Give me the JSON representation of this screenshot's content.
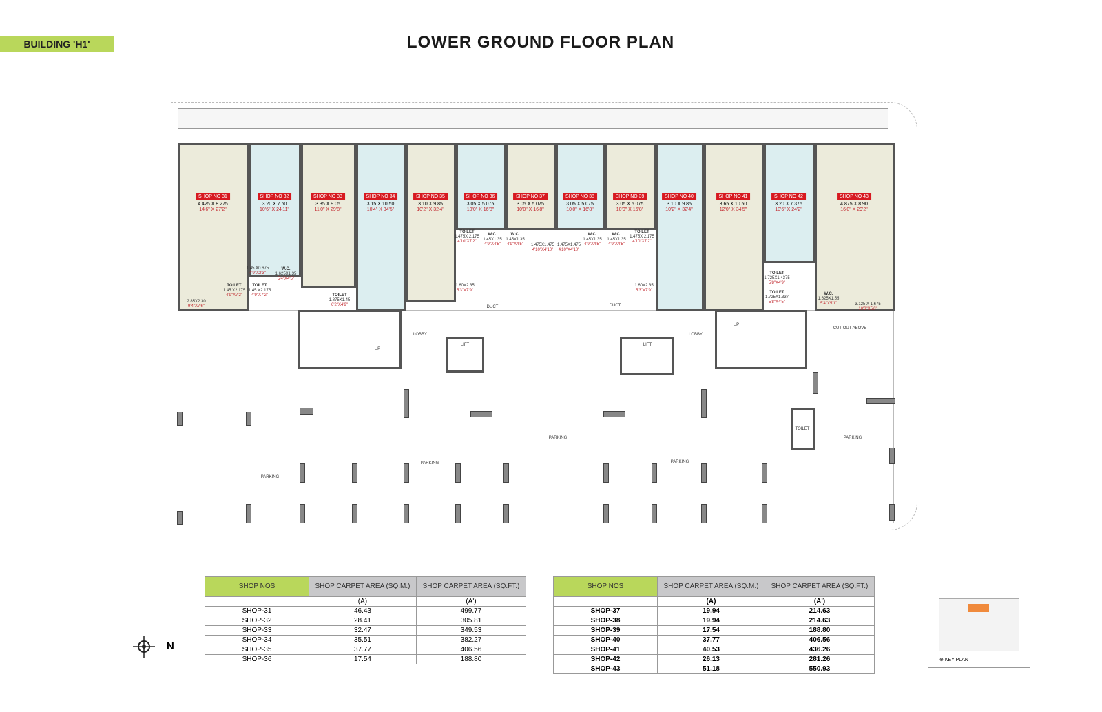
{
  "building_label": "BUILDING 'H1'",
  "title": "LOWER GROUND FLOOR PLAN",
  "colors": {
    "accent": "#b9d75b",
    "shop_tag": "#d71920",
    "shop_beige": "#ecebdb",
    "shop_blue": "#dceef0"
  },
  "shops": [
    {
      "name": "SHOP NO 31",
      "dim_m": "4.425 X 8.275",
      "dim_ft": "14'6\" X 27'2\""
    },
    {
      "name": "SHOP NO 32",
      "dim_m": "3.20 X 7.60",
      "dim_ft": "10'6\" X 24'11\""
    },
    {
      "name": "SHOP NO 33",
      "dim_m": "3.35 X 9.05",
      "dim_ft": "11'0\" X 29'8\""
    },
    {
      "name": "SHOP NO 34",
      "dim_m": "3.15 X 10.50",
      "dim_ft": "10'4\" X 34'5\""
    },
    {
      "name": "SHOP NO 35",
      "dim_m": "3.10 X 9.85",
      "dim_ft": "10'2\" X 32'4\""
    },
    {
      "name": "SHOP NO 36",
      "dim_m": "3.05 X 5.075",
      "dim_ft": "10'0\" X 16'8\""
    },
    {
      "name": "SHOP NO 37",
      "dim_m": "3.05 X 5.075",
      "dim_ft": "10'0\" X 16'8\""
    },
    {
      "name": "SHOP NO 38",
      "dim_m": "3.05 X 5.075",
      "dim_ft": "10'0\" X 16'8\""
    },
    {
      "name": "SHOP NO 39",
      "dim_m": "3.05 X 5.075",
      "dim_ft": "10'0\" X 16'8\""
    },
    {
      "name": "SHOP NO 40",
      "dim_m": "3.10 X 9.85",
      "dim_ft": "10'2\" X 32'4\""
    },
    {
      "name": "SHOP NO 41",
      "dim_m": "3.65 X 10.50",
      "dim_ft": "12'0\" X 34'5\""
    },
    {
      "name": "SHOP NO 42",
      "dim_m": "3.20 X 7.375",
      "dim_ft": "10'6\" X 24'2\""
    },
    {
      "name": "SHOP NO 43",
      "dim_m": "4.875 X 8.90",
      "dim_ft": "16'0\" X 29'2\""
    }
  ],
  "rooms": [
    {
      "title": "",
      "dim_m": "2.85X2.30",
      "dim_ft": "9'4\"X7'6\""
    },
    {
      "title": "TOILET",
      "dim_m": "1.45 X2.175",
      "dim_ft": "4'9\"X7'2\""
    },
    {
      "title": "TOILET",
      "dim_m": "1.45 X2.175",
      "dim_ft": "4'9\"X7'2\""
    },
    {
      "title": "",
      "dim_m": "1.45 X0.675",
      "dim_ft": "4'9\"X2'3\""
    },
    {
      "title": "W.C.",
      "dim_m": "1.625X1.35",
      "dim_ft": "5'4\"X4'5\""
    },
    {
      "title": "TOILET",
      "dim_m": "1.875X1.45",
      "dim_ft": "6'2\"X4'9\""
    },
    {
      "title": "TOILET",
      "dim_m": "1.475X 2.175",
      "dim_ft": "4'10\"X7'2\""
    },
    {
      "title": "W.C.",
      "dim_m": "1.45X1.35",
      "dim_ft": "4'9\"X4'5\""
    },
    {
      "title": "W.C.",
      "dim_m": "1.45X1.35",
      "dim_ft": "4'9\"X4'5\""
    },
    {
      "title": "",
      "dim_m": "1.475X1.475",
      "dim_ft": "4'10\"X4'10\""
    },
    {
      "title": "",
      "dim_m": "1.475X1.475",
      "dim_ft": "4'10\"X4'10\""
    },
    {
      "title": "W.C.",
      "dim_m": "1.45X1.35",
      "dim_ft": "4'9\"X4'5\""
    },
    {
      "title": "W.C.",
      "dim_m": "1.45X1.35",
      "dim_ft": "4'9\"X4'5\""
    },
    {
      "title": "TOILET",
      "dim_m": "1.475X 2.175",
      "dim_ft": "4'10\"X7'2\""
    },
    {
      "title": "",
      "dim_m": "1.60X2.35",
      "dim_ft": "5'3\"X7'9\""
    },
    {
      "title": "",
      "dim_m": "1.60X2.35",
      "dim_ft": "5'3\"X7'9\""
    },
    {
      "title": "TOILET",
      "dim_m": "1.725X1.4375",
      "dim_ft": "5'8\"X4'9\""
    },
    {
      "title": "TOILET",
      "dim_m": "1.725X1.337",
      "dim_ft": "5'8\"X4'5\""
    },
    {
      "title": "W.C.",
      "dim_m": "1.625X1.55",
      "dim_ft": "5'4\"X5'1\""
    },
    {
      "title": "",
      "dim_m": "3.125 X 1.675",
      "dim_ft": "10'3\"X5'6\""
    }
  ],
  "labels": [
    "PARKING",
    "PARKING",
    "PARKING",
    "PARKING",
    "PARKING",
    "LOBBY",
    "LOBBY",
    "LIFT",
    "LIFT",
    "DUCT",
    "DUCT",
    "UP",
    "UP",
    "CUT-OUT ABOVE",
    "TOILET"
  ],
  "table_headers": {
    "shop_nos": "SHOP NOS",
    "area_sqm": "SHOP CARPET AREA (SQ.M.)",
    "area_sqft": "SHOP CARPET AREA (SQ.FT.)",
    "sub_sqm": "(A)",
    "sub_sqft": "(A')"
  },
  "table_left": [
    [
      "SHOP-31",
      "46.43",
      "499.77"
    ],
    [
      "SHOP-32",
      "28.41",
      "305.81"
    ],
    [
      "SHOP-33",
      "32.47",
      "349.53"
    ],
    [
      "SHOP-34",
      "35.51",
      "382.27"
    ],
    [
      "SHOP-35",
      "37.77",
      "406.56"
    ],
    [
      "SHOP-36",
      "17.54",
      "188.80"
    ]
  ],
  "table_right": [
    [
      "SHOP-37",
      "19.94",
      "214.63"
    ],
    [
      "SHOP-38",
      "19.94",
      "214.63"
    ],
    [
      "SHOP-39",
      "17.54",
      "188.80"
    ],
    [
      "SHOP-40",
      "37.77",
      "406.56"
    ],
    [
      "SHOP-41",
      "40.53",
      "436.26"
    ],
    [
      "SHOP-42",
      "26.13",
      "281.26"
    ],
    [
      "SHOP-43",
      "51.18",
      "550.93"
    ]
  ],
  "compass": {
    "label": "N"
  },
  "key_plan": {
    "label": "KEY PLAN"
  }
}
